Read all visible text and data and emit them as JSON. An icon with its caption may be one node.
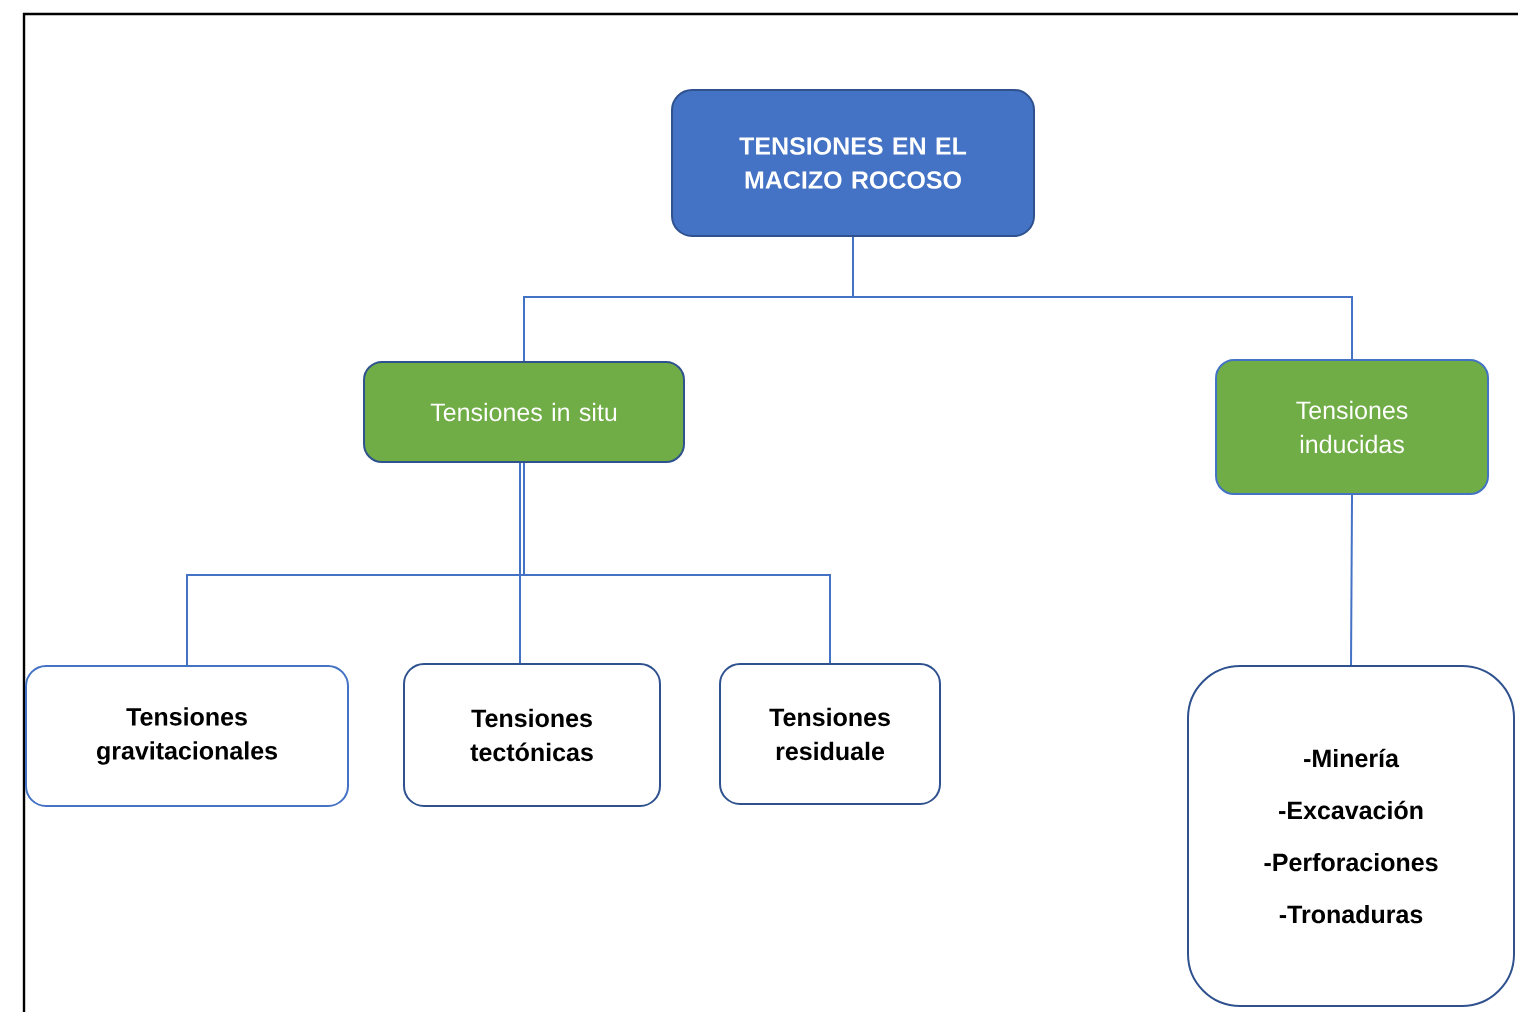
{
  "diagram": {
    "nodes": [
      {
        "text": [
          "TENSIONES EN EL MACIZO ROCOSO"
        ]
      },
      {
        "text": [
          "Tensiones in situ"
        ]
      },
      {
        "text": [
          "Tensiones inducidas"
        ]
      },
      {
        "text": [
          "Tensiones gravitacionales"
        ]
      },
      {
        "text": [
          "Tensiones tectónicas"
        ]
      },
      {
        "text": [
          "Tensiones residuale"
        ]
      },
      {
        "text": [
          "-Minería",
          "-Excavación",
          "-Perforaciones",
          "-Tronaduras"
        ]
      }
    ],
    "edges": [
      {
        "from": 0,
        "to": 1,
        "arrow": "none"
      },
      {
        "from": 0,
        "to": 2,
        "arrow": "none"
      },
      {
        "from": 1,
        "to": 3,
        "arrow": "none"
      },
      {
        "from": 1,
        "to": 4,
        "arrow": "none"
      },
      {
        "from": 1,
        "to": 5,
        "arrow": "none"
      },
      {
        "from": 2,
        "to": 6,
        "arrow": "none"
      }
    ]
  }
}
